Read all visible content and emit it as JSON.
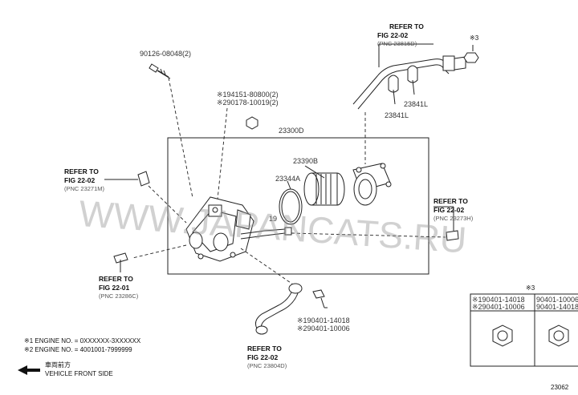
{
  "labels": {
    "part_90126": "90126-08048(2)",
    "ref_94151": "※194151-80800(2)",
    "ref_90178": "※290178-10019(2)",
    "part_23300d": "23300D",
    "part_23390b": "23390B",
    "part_23344a": "23344A",
    "part_23841l_a": "23841L",
    "part_23841l_b": "23841L",
    "mark_3_top": "※3",
    "ref_top_1": "REFER TO",
    "ref_top_2": "FIG 22-02",
    "ref_top_3": "(PNC 23815D)",
    "ref_left_1": "REFER TO",
    "ref_left_2": "FIG 22-02",
    "ref_left_3": "(PNC 23271M)",
    "ref_right_1": "REFER TO",
    "ref_right_2": "FIG 22-02",
    "ref_right_3": "(PNC 23273H)",
    "ref_bl_1": "REFER TO",
    "ref_bl_2": "FIG 22-01",
    "ref_bl_3": "(PNC 23286C)",
    "ref_bot_1": "REFER TO",
    "ref_bot_2": "FIG 22-02",
    "ref_bot_3": "(PNC 23804D)",
    "bolt_1": "※190401-14018",
    "bolt_2": "※290401-10006",
    "mark_3_box": "※3",
    "box_a_1": "※190401-14018",
    "box_a_2": "※290401-10006",
    "box_b_1": "90401-10006",
    "box_b_2": "90401-14018",
    "note_1": "※1 ENGINE NO. = 0XXXXXX-3XXXXXX",
    "note_2": "※2 ENGINE NO. = 4001001-7999999",
    "front_jp": "車両前方",
    "front_en": "VEHICLE FRONT SIDE",
    "fig_code": "23062",
    "watermark": "WWW.JAPANCATS.RU",
    "hidden_num": "19"
  }
}
